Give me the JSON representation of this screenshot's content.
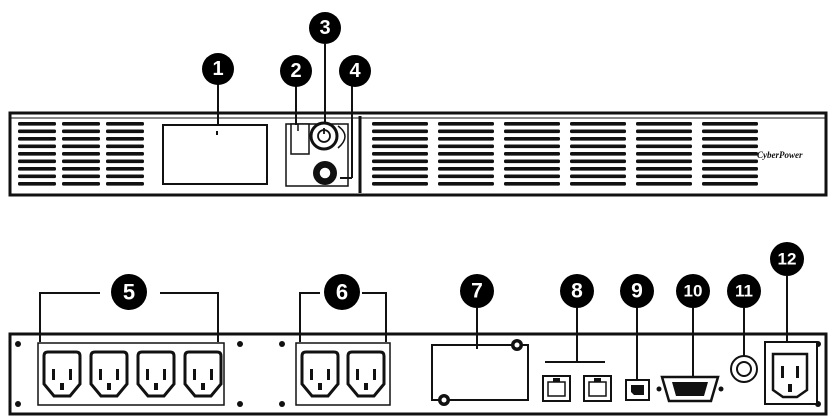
{
  "diagram": {
    "front_panel": {
      "brand_logo": "CyberPower",
      "labels": {
        "lcd": "1",
        "mute_button": "2",
        "power_switch": "3",
        "battery_indicator": "4"
      }
    },
    "rear_panel": {
      "labels": {
        "battery_surge_outlets": "5",
        "surge_outlets": "6",
        "snmp_slot": "7",
        "network_ports": "8",
        "usb_port": "9",
        "serial_port": "10",
        "circuit_breaker": "11",
        "ac_input": "12"
      }
    },
    "colors": {
      "ink": "#111111",
      "callout_fill": "#000000",
      "callout_text": "#ffffff",
      "panel_bg": "#ffffff"
    }
  }
}
